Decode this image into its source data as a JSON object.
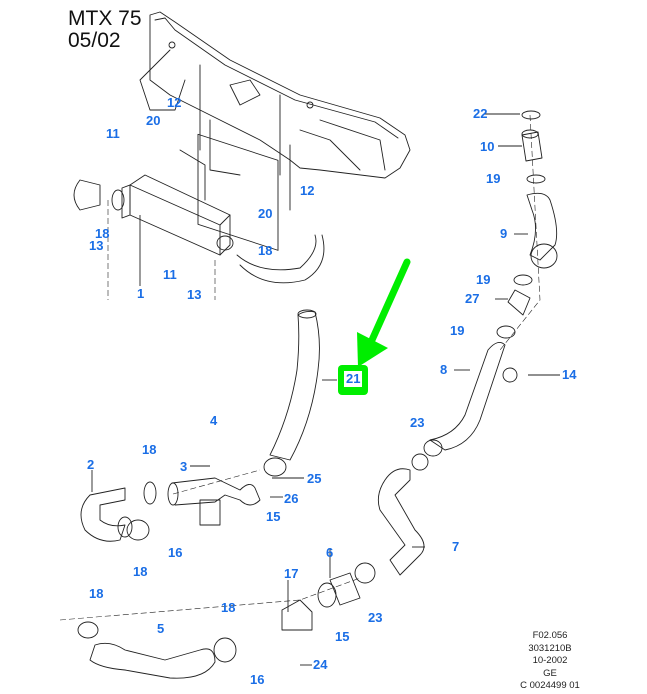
{
  "header": {
    "model": "MTX 75",
    "date": "05/02"
  },
  "footer": {
    "lines": [
      "F02.056",
      "3031210B",
      "10-2002",
      "GE",
      "C 0024499 01"
    ]
  },
  "highlight": {
    "part_number": "21",
    "color": "#00ee00",
    "label_color": "#1a6ee6"
  },
  "callouts": [
    {
      "id": "c-1",
      "label": "1"
    },
    {
      "id": "c-2",
      "label": "2"
    },
    {
      "id": "c-3",
      "label": "3"
    },
    {
      "id": "c-4",
      "label": "4"
    },
    {
      "id": "c-5",
      "label": "5"
    },
    {
      "id": "c-6",
      "label": "6"
    },
    {
      "id": "c-7",
      "label": "7"
    },
    {
      "id": "c-8",
      "label": "8"
    },
    {
      "id": "c-9",
      "label": "9"
    },
    {
      "id": "c-10",
      "label": "10"
    },
    {
      "id": "c-11a",
      "label": "11"
    },
    {
      "id": "c-11b",
      "label": "11"
    },
    {
      "id": "c-12a",
      "label": "12"
    },
    {
      "id": "c-12b",
      "label": "12"
    },
    {
      "id": "c-13a",
      "label": "13"
    },
    {
      "id": "c-13b",
      "label": "13"
    },
    {
      "id": "c-14",
      "label": "14"
    },
    {
      "id": "c-15a",
      "label": "15"
    },
    {
      "id": "c-15b",
      "label": "15"
    },
    {
      "id": "c-16a",
      "label": "16"
    },
    {
      "id": "c-16b",
      "label": "16"
    },
    {
      "id": "c-17",
      "label": "17"
    },
    {
      "id": "c-18a",
      "label": "18"
    },
    {
      "id": "c-18b",
      "label": "18"
    },
    {
      "id": "c-18c",
      "label": "18"
    },
    {
      "id": "c-18d",
      "label": "18"
    },
    {
      "id": "c-18e",
      "label": "18"
    },
    {
      "id": "c-18f",
      "label": "18"
    },
    {
      "id": "c-19a",
      "label": "19"
    },
    {
      "id": "c-19b",
      "label": "19"
    },
    {
      "id": "c-19c",
      "label": "19"
    },
    {
      "id": "c-20a",
      "label": "20"
    },
    {
      "id": "c-20b",
      "label": "20"
    },
    {
      "id": "c-22",
      "label": "22"
    },
    {
      "id": "c-23a",
      "label": "23"
    },
    {
      "id": "c-23b",
      "label": "23"
    },
    {
      "id": "c-24",
      "label": "24"
    },
    {
      "id": "c-25",
      "label": "25"
    },
    {
      "id": "c-26",
      "label": "26"
    },
    {
      "id": "c-27",
      "label": "27"
    }
  ]
}
